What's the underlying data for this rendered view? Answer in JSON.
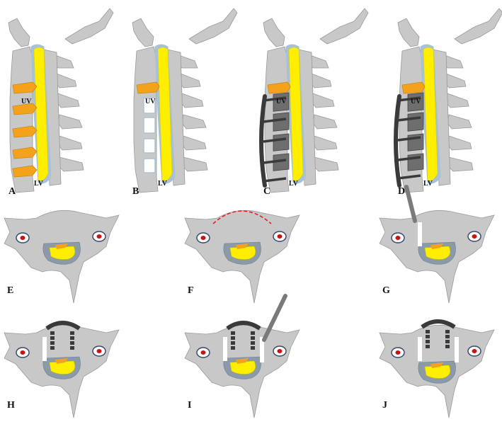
{
  "colors": {
    "bone": "#c8c8c8",
    "bone_edge": "#9a9a9a",
    "cord": "#ffee00",
    "disc": "#f4a21b",
    "dura": "#a7c2d6",
    "canal": "#8a9aa8",
    "plate": "#3a3a3a",
    "graft": "#6e6e6e",
    "artery": "#cc1111",
    "outline_dash": "#dd2222",
    "bg": "#ffffff"
  },
  "sagittal_panels": [
    {
      "id": "A",
      "label": "A",
      "upper": "UV",
      "lower": "LV",
      "state": "stenosis"
    },
    {
      "id": "B",
      "label": "B",
      "upper": "UV",
      "lower": "LV",
      "state": "decompressed"
    },
    {
      "id": "C",
      "label": "C",
      "upper": "UV",
      "lower": "LV",
      "state": "plate"
    },
    {
      "id": "D",
      "label": "D",
      "upper": "UV",
      "lower": "LV",
      "state": "plate_fused"
    }
  ],
  "axial_panels": [
    {
      "id": "E",
      "label": "E",
      "state": "plain"
    },
    {
      "id": "F",
      "label": "F",
      "state": "outline"
    },
    {
      "id": "G",
      "label": "G",
      "state": "cut"
    },
    {
      "id": "H",
      "label": "H",
      "state": "plate"
    },
    {
      "id": "I",
      "label": "I",
      "state": "plate_cut"
    },
    {
      "id": "J",
      "label": "J",
      "state": "lifted"
    }
  ]
}
